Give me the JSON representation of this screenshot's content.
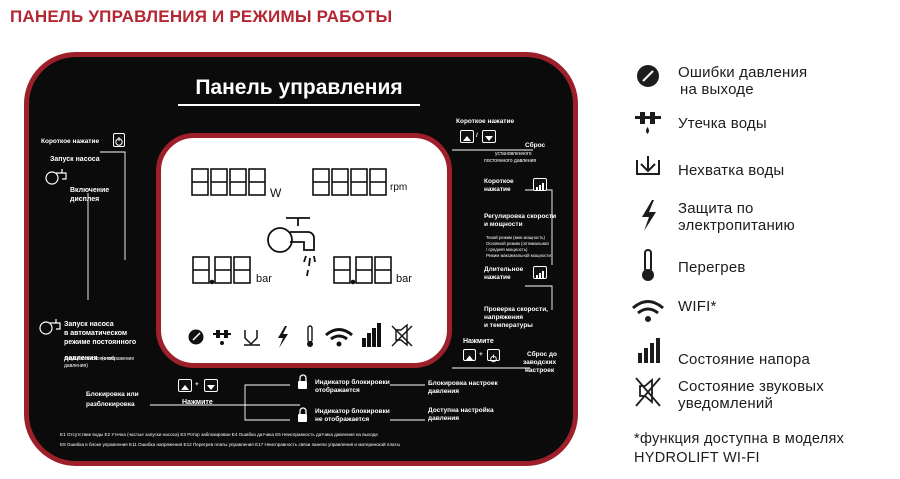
{
  "page_title": "ПАНЕЛЬ УПРАВЛЕНИЯ И РЕЖИМЫ РАБОТЫ",
  "panel": {
    "heading": "Панель управления",
    "display": {
      "power_unit": "W",
      "speed_unit": "rpm",
      "pressure_unit_left": "bar",
      "pressure_unit_right": "bar"
    },
    "left": {
      "short_press": "Короткое нажатие",
      "pump_start": "Запуск насоса",
      "display_on_1": "Включение",
      "display_on_2": "дисплея",
      "auto_1": "Запуск насоса",
      "auto_2": "в автоматическом",
      "auto_3": "режиме постоянного",
      "auto_4": "давления",
      "auto_4_extra": "(отображение",
      "auto_5": "текущего постоянного",
      "auto_6": "давления)"
    },
    "right": {
      "short_press_1": "Короткое нажатие",
      "reset_1": "Сброс",
      "reset_2": "установленного",
      "reset_3": "постоянного давления",
      "short_press_2": "Короткое",
      "short_press_2b": "нажатие",
      "adjust_1": "Регулировка скорости",
      "adjust_2": "и мощности",
      "mode_quiet": "Тихий режим (мин.мощность)",
      "mode_main": "Основной режим (оптимальная",
      "mode_main2": "/ средняя мощность)",
      "mode_max": "Режим максимальной мощности",
      "long_press_1": "Длительное",
      "long_press_2": "нажатие",
      "check_1": "Проверка скорости,",
      "check_2": "напряжения",
      "check_3": "и температуры",
      "press_label": "Нажмите",
      "factory_1": "Сброс до",
      "factory_2": "заводских",
      "factory_3": "настроек"
    },
    "bottom": {
      "lock_1": "Блокировка или",
      "lock_2": "разблокировка",
      "press_label": "Нажмите",
      "indicator_shown_1": "Индикатор блокировки",
      "indicator_shown_2": "отображается",
      "indicator_hidden_1": "Индикатор блокировки",
      "indicator_hidden_2": "не отображается",
      "locked_1": "Блокировка настроек",
      "locked_2": "давления",
      "available_1": "Доступна настройка",
      "available_2": "давления",
      "errors_1": "E1 Отсутствие воды     E2 Утечка (частые запуски насоса)     E3 Ротор заблокирован     E4 Ошибка датчика     E5 Неисправность датчика давления на выходе",
      "errors_2": "E8 Ошибка в блоке управления     E11 Ошибка напряжения     E12 Перегрев платы управления     E17 Неисправность связи панели управления и материнской платы"
    }
  },
  "legend": [
    {
      "icon": "pressure-gauge-icon",
      "line1": "Ошибки давления",
      "line2": "на выходе"
    },
    {
      "icon": "water-leak-icon",
      "line1": "Утечка воды",
      "line2": ""
    },
    {
      "icon": "water-shortage-icon",
      "line1": "Нехватка воды",
      "line2": ""
    },
    {
      "icon": "lightning-icon",
      "line1": "Защита по",
      "line2": "электропитанию"
    },
    {
      "icon": "thermometer-icon",
      "line1": "Перегрев",
      "line2": ""
    },
    {
      "icon": "wifi-icon",
      "line1": "WIFI*",
      "line2": ""
    },
    {
      "icon": "pressure-bars-icon",
      "line1": "Состояние напора",
      "line2": ""
    },
    {
      "icon": "mute-icon",
      "line1": "Состояние звуковых",
      "line2": "уведомлений"
    }
  ],
  "footnote": {
    "line1": "*функция доступна в моделях",
    "line2": "HYDROLIFT WI-FI"
  },
  "colors": {
    "brand_red": "#b52633",
    "frame_red": "#9c1f2a",
    "panel_black": "#0b0b0b"
  }
}
